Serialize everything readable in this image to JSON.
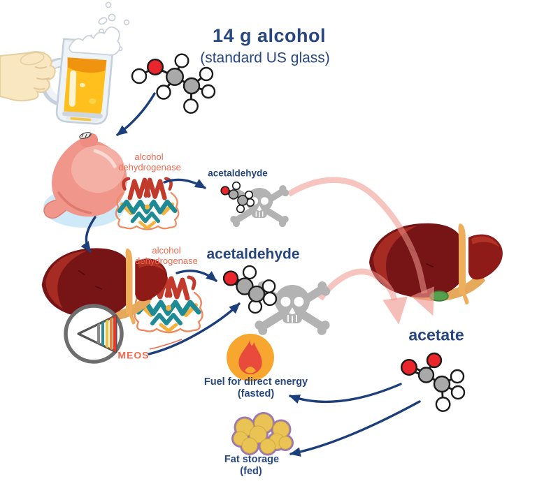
{
  "title": {
    "line1": "14 g alcohol",
    "line2": "(standard US glass)"
  },
  "stomach_stage": {
    "enzyme_label_line1": "alcohol",
    "enzyme_label_line2": "dehydrogenase",
    "product_label": "acetaldehyde"
  },
  "liver_stage": {
    "enzyme_label_line1": "alcohol",
    "enzyme_label_line2": "dehydrogenase",
    "meos_label": "MEOS",
    "product_label": "acetaldehyde"
  },
  "acetate_stage": {
    "label": "acetate",
    "fuel_line1": "Fuel for direct energy",
    "fuel_line2": "(fasted)",
    "fat_line1": "Fat storage",
    "fat_line2": "(fed)"
  },
  "icons": [
    "beer-mug-icon",
    "hand-icon",
    "ethanol-molecule-icon",
    "stomach-icon",
    "adh-enzyme-icon",
    "acetaldehyde-molecule-icon",
    "skull-crossbones-icon",
    "liver-icon",
    "meos-magnifier-icon",
    "acetate-molecule-icon",
    "flame-icon",
    "fat-cells-icon",
    "flow-arrow-icon",
    "bloodstream-arrow-icon"
  ],
  "colors": {
    "navy_text": "#27477e",
    "orange_text": "#f2684c",
    "arrow_navy": "#1c3f7c",
    "pink_arrow": "#f09690",
    "liver_red": "#771416",
    "liver_highlight": "#a62b22",
    "liver_band_tan": "#efae5b",
    "beer_gold": "#ffc01e",
    "beer_top": "#f0930f",
    "stomach_pink": "#f0968b",
    "stomach_shadow_blue": "#cfe9f8",
    "skull_gray": "#b3b3b3",
    "flame_circle_orange": "#f7a72f",
    "flame_red": "#e84a3c",
    "fat_yellow": "#eac355",
    "fat_purple": "#9b77b8",
    "enzyme_red": "#c23a2b",
    "enzyme_teal": "#1d8a94",
    "enzyme_orange": "#ef8a5f",
    "molecule_oxygen": "#e8262b",
    "molecule_carbon": "#a9a9a9",
    "molecule_hydrogen": "#ffffff",
    "hand_skin": "#f8e7c1"
  }
}
